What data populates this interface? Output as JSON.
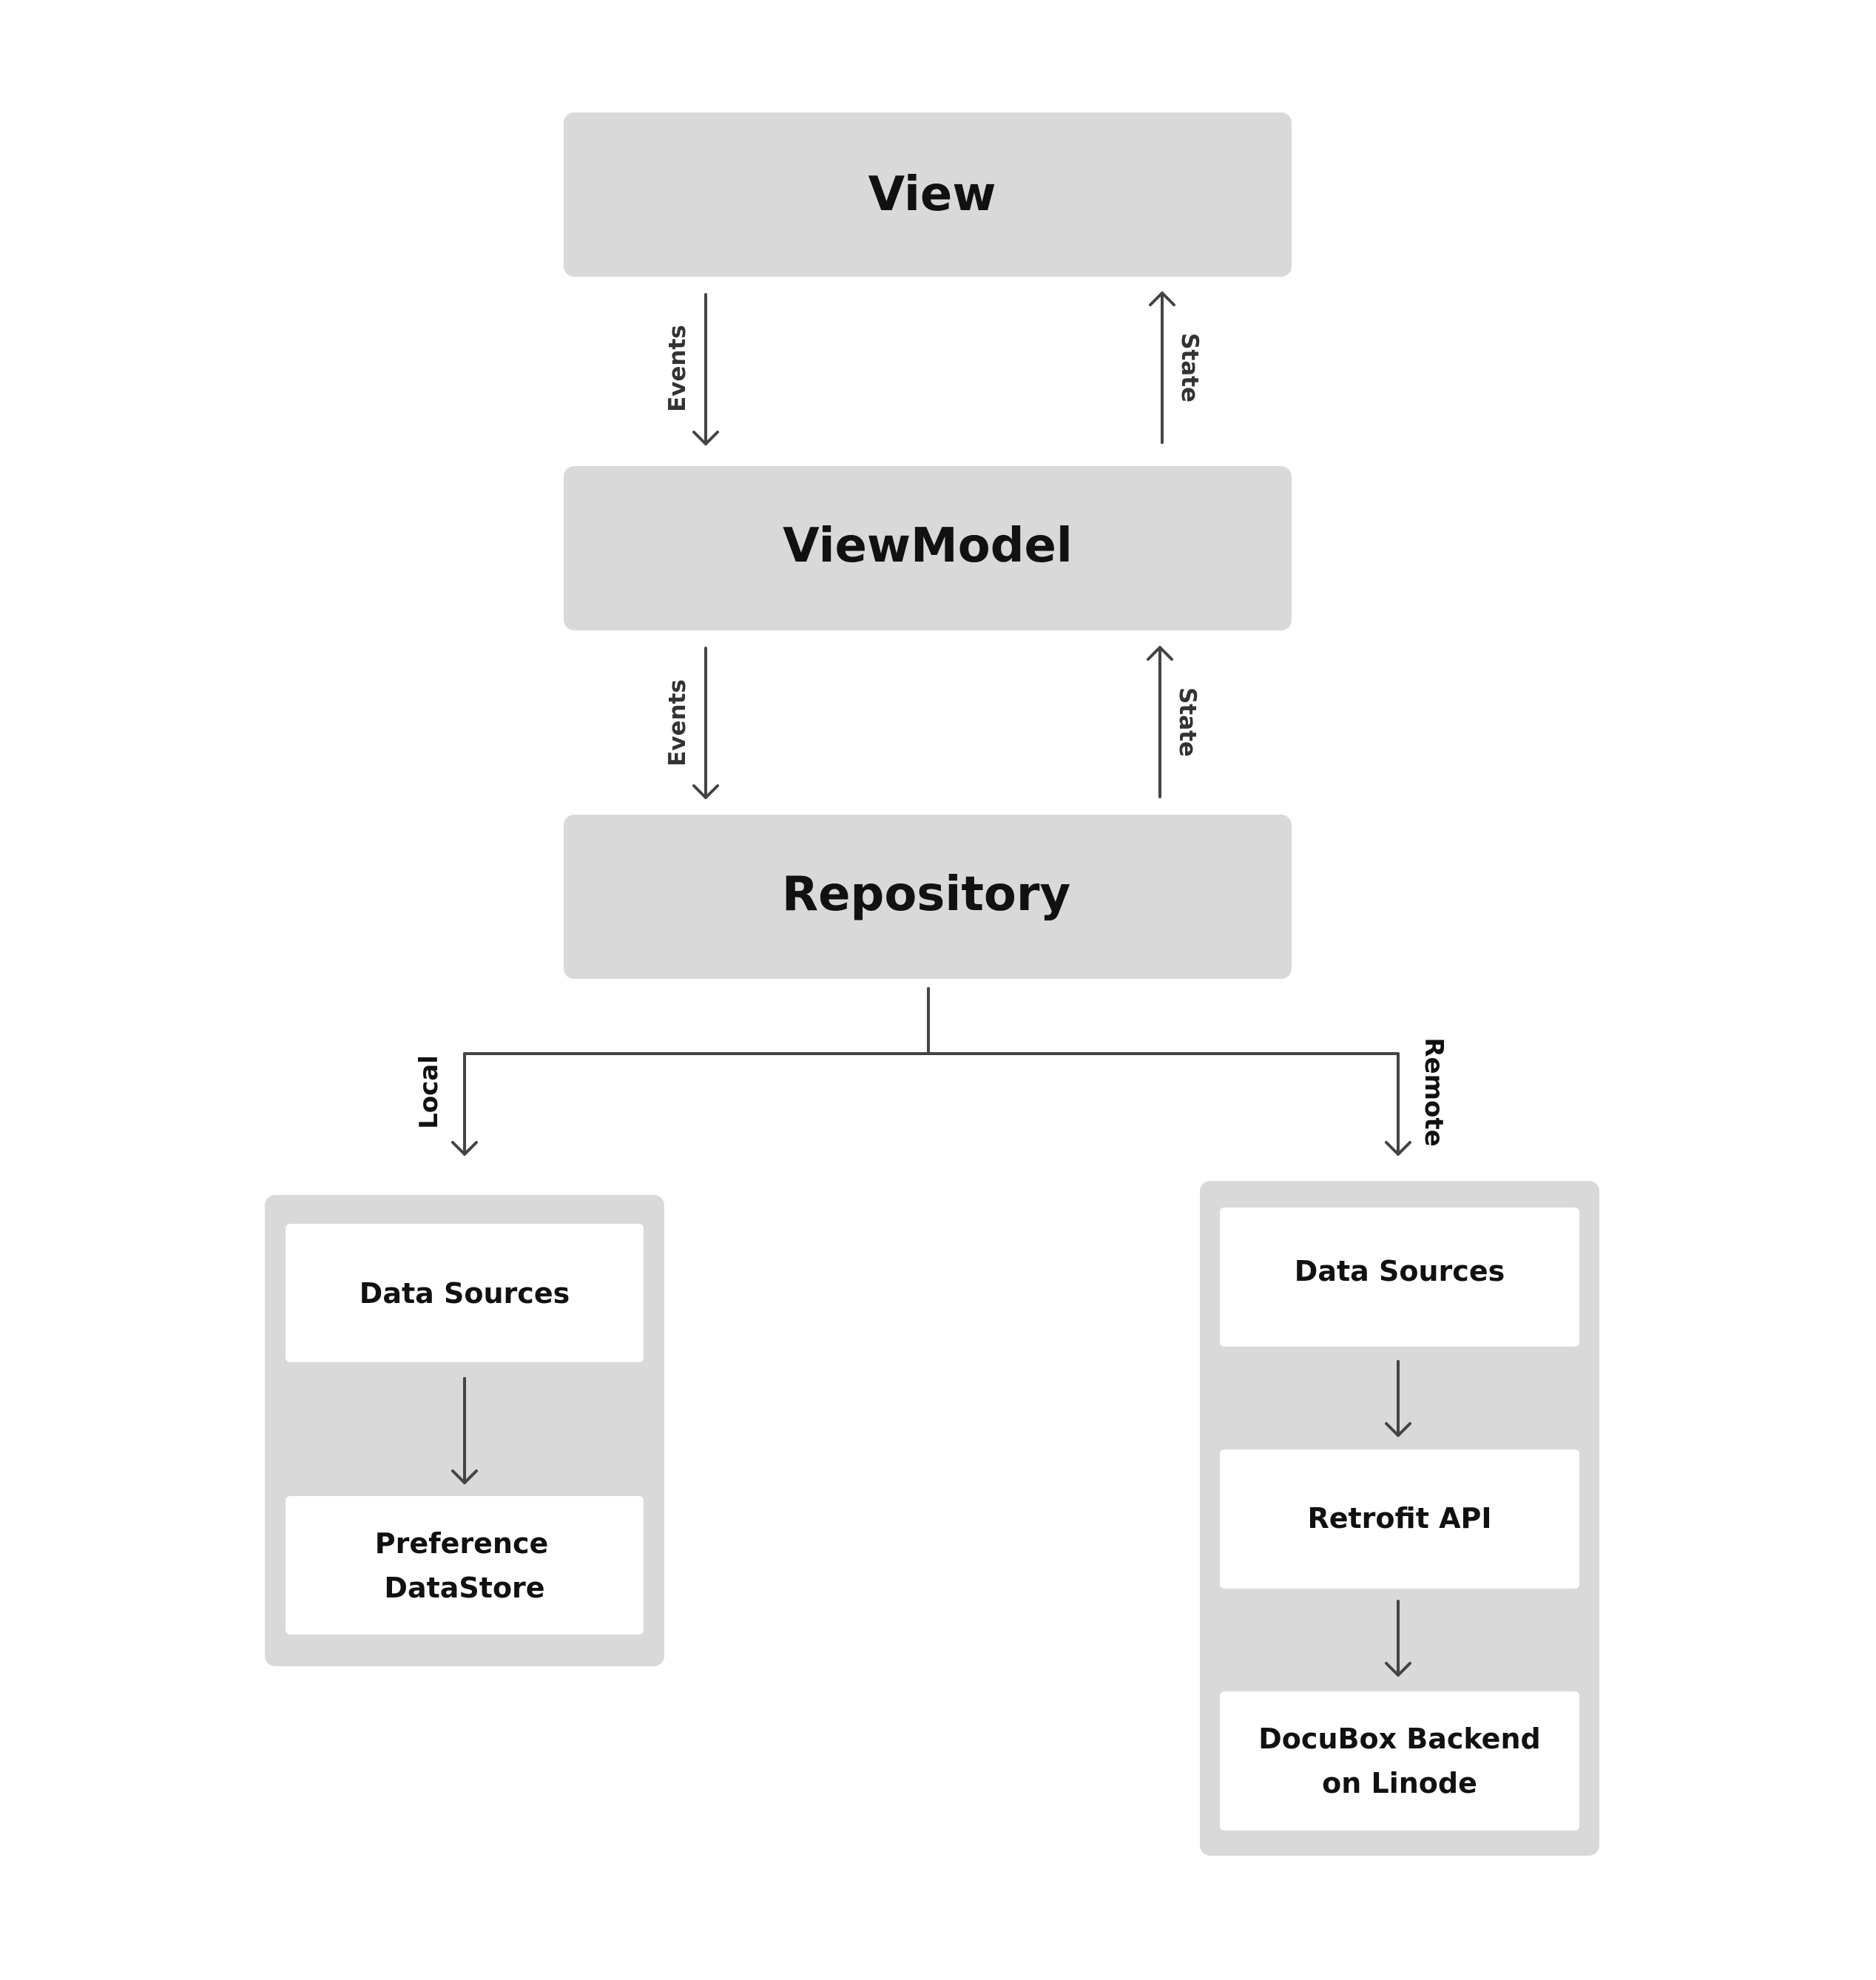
{
  "nodes": {
    "view": "View",
    "viewmodel": "ViewModel",
    "repository": "Repository"
  },
  "edges": {
    "view_to_viewmodel": "Events",
    "viewmodel_to_view": "State",
    "viewmodel_to_repository": "Events",
    "repository_to_viewmodel": "State",
    "repository_to_local": "Local",
    "repository_to_remote": "Remote"
  },
  "local_group": {
    "items": [
      {
        "lines": [
          "Data Sources"
        ]
      },
      {
        "lines": [
          "Preference",
          "DataStore"
        ]
      }
    ]
  },
  "remote_group": {
    "items": [
      {
        "lines": [
          "Data Sources"
        ]
      },
      {
        "lines": [
          "Retrofit API"
        ]
      },
      {
        "lines": [
          "DocuBox Backend",
          "on Linode"
        ]
      }
    ]
  },
  "colors": {
    "box_fill": "#d9d9d9",
    "inner_fill": "#ffffff",
    "arrow": "#444444",
    "text": "#111111"
  }
}
